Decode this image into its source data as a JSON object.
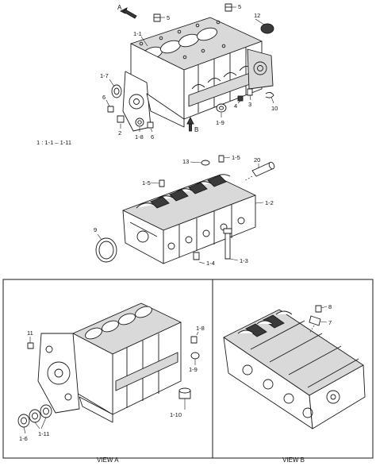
{
  "callouts": {
    "c1_1": "1-1",
    "c5a": "5",
    "c5b": "5",
    "c12": "12",
    "c1_7": "1-7",
    "c6a": "6",
    "c4": "4",
    "c3": "3",
    "c10": "10",
    "c2": "2",
    "c1_8": "1-8",
    "c6b": "6",
    "c1_9": "1-9",
    "c13": "13",
    "c1_5a": "1-5",
    "c1_5b": "1-5",
    "c20": "20",
    "c1_2": "1-2",
    "c9": "9",
    "c1_4": "1-4",
    "c1_3": "1-3",
    "vA11": "11",
    "vA1_8": "1-8",
    "vA1_9": "1-9",
    "vA1_10": "1-10",
    "vA1_6": "1-6",
    "vA1_11": "1-11",
    "vB8": "8",
    "vB7": "7"
  },
  "view_a_marker": "A",
  "view_b_marker": "B",
  "kit_note": "1 : 1-1 – 1-11",
  "captions": {
    "view_a": "VIEW   A",
    "view_b": "VIEW   B"
  }
}
